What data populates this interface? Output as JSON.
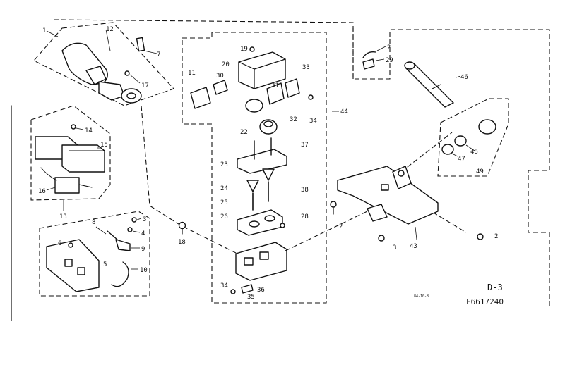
{
  "diagram": {
    "sheet_code": "D-3",
    "drawing_number": "F6617240",
    "small_code": "84-10-8",
    "callouts": {
      "c1": "1",
      "c12": "12",
      "c7": "7",
      "c17": "17",
      "c14": "14",
      "c15": "15",
      "c16": "16",
      "c13": "13",
      "c8": "8",
      "c3": "3",
      "c4": "4",
      "c9": "9",
      "c6": "6",
      "c5": "5",
      "c10": "10",
      "c18": "18",
      "c19": "19",
      "c20": "20",
      "c30": "30",
      "c11": "11",
      "c33": "33",
      "c31": "31",
      "c32": "32",
      "c34a": "34",
      "c22": "22",
      "c37": "37",
      "c44": "44",
      "c23": "23",
      "c24": "24",
      "c38": "38",
      "c25": "25",
      "c28": "28",
      "c26": "26",
      "c34b": "34",
      "c36": "36",
      "c35": "35",
      "c2a": "2",
      "c29": "29",
      "c46": "46",
      "c48": "48",
      "c47": "47",
      "c49": "49",
      "c2b": "2",
      "c3b": "3",
      "c43": "43",
      "c2c": "2"
    }
  }
}
